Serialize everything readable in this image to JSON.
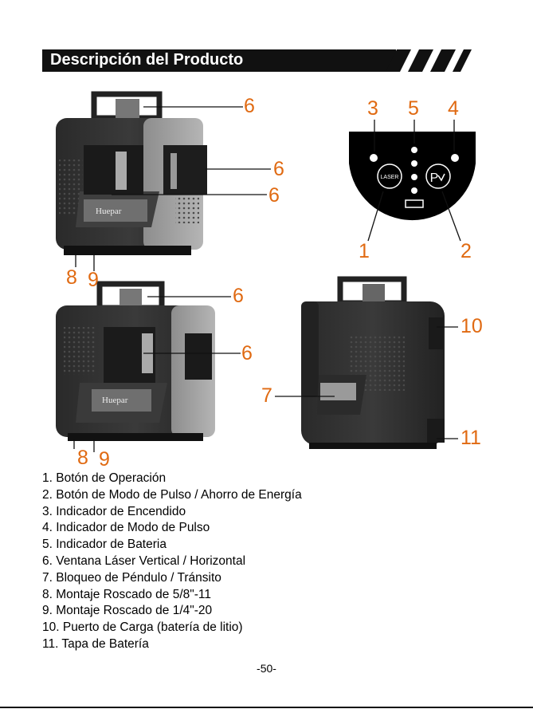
{
  "header": {
    "title": "Descripción del Producto"
  },
  "callouts": {
    "window_top": "6",
    "window_side": "6",
    "window_front": "6",
    "mount_58": "8",
    "mount_14": "9",
    "power_led": "3",
    "battery_led": "5",
    "pulse_led": "4",
    "operation_button": "1",
    "pulse_button": "2",
    "window_top_2": "6",
    "window_front_2": "6",
    "mount_58_2": "8",
    "mount_14_2": "9",
    "pendulum_lock": "7",
    "charging_port": "10",
    "battery_cover": "11"
  },
  "panel": {
    "laser_label": "LASER",
    "pulse_label": "P"
  },
  "legend": [
    "1. Botón de Operación",
    "2. Botón de Modo de Pulso / Ahorro de Energía",
    "3. Indicador de Encendido",
    "4. Indicador de Modo de Pulso",
    "5. Indicador de Bateria",
    "6. Ventana Láser Vertical / Horizontal",
    "7. Bloqueo de Péndulo / Tránsito",
    "8. Montaje Roscado de 5/8\"-11",
    "9. Montaje Roscado de 1/4\"-20",
    "10. Puerto de Carga (batería de litio)",
    "11. Tapa de Batería"
  ],
  "page_number": "-50-",
  "colors": {
    "callout": "#e06a12",
    "title_bg": "#111111",
    "title_text": "#ffffff"
  }
}
